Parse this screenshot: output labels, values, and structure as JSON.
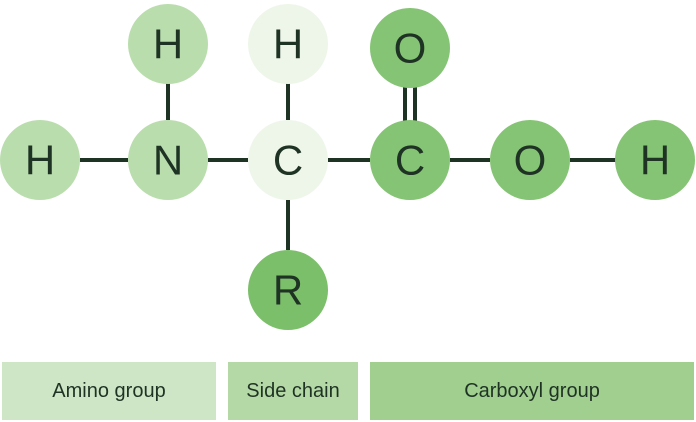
{
  "atoms": {
    "h_amine_top": "H",
    "h_alpha_top": "H",
    "o_carbonyl": "O",
    "h_amine_left": "H",
    "n_amine": "N",
    "c_alpha": "C",
    "c_carboxyl": "C",
    "o_hydroxyl": "O",
    "h_hydroxyl": "H",
    "r_group": "R"
  },
  "groups": {
    "amino": "Amino group",
    "side_chain": "Side chain",
    "carboxyl": "Carboxyl group"
  },
  "colors": {
    "amino": "#b9ddad",
    "alpha": "#eef6ea",
    "carboxyl": "#85c474",
    "r_group": "#7bbf6a",
    "bond": "#1f3324"
  }
}
